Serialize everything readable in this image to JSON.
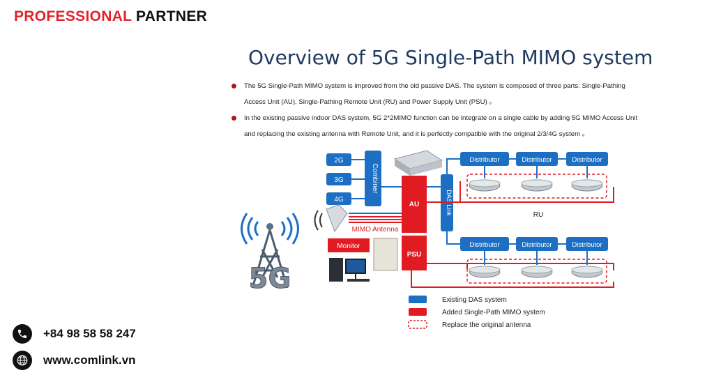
{
  "brand": {
    "part1": "PROFESSIONAL",
    "part2": "PARTNER",
    "accent": "#e3232c"
  },
  "title": "Overview of 5G Single-Path MIMO system",
  "bullets": [
    "The 5G Single-Path MIMO system is improved from the old passive DAS. The system is composed of three parts: Single-Pathing Access Unit (AU), Single-Pathing Remote Unit (RU) and Power Supply Unit (PSU) 。",
    "In the existing passive indoor DAS system, 5G 2*2MIMO function can be integrate on a single cable by adding 5G MIMO Access Unit and replacing the existing antenna with Remote Unit, and it is perfectly compatible with the original 2/3/4G system 。"
  ],
  "diagram": {
    "bands": [
      "2G",
      "3G",
      "4G"
    ],
    "combiner": "Combiner",
    "au": "AU",
    "psu": "PSU",
    "das_link": "DAS Link",
    "distributor": "Distributor",
    "ru": "RU",
    "mimo_antenna": "MIMO Antenna",
    "monitor": "Monitor",
    "tower_label": "5G",
    "colors": {
      "blue": "#1d6fc4",
      "red": "#e01b22"
    },
    "legend": [
      {
        "label": "Existing DAS system",
        "kind": "blue"
      },
      {
        "label": "Added Single-Path MIMO system",
        "kind": "red"
      },
      {
        "label": "Replace the original antenna",
        "kind": "dashed"
      }
    ]
  },
  "contact": {
    "phone": "+84 98 58 58 247",
    "website": "www.comlink.vn",
    "phone_icon": "phone-icon",
    "web_icon": "globe-icon"
  }
}
